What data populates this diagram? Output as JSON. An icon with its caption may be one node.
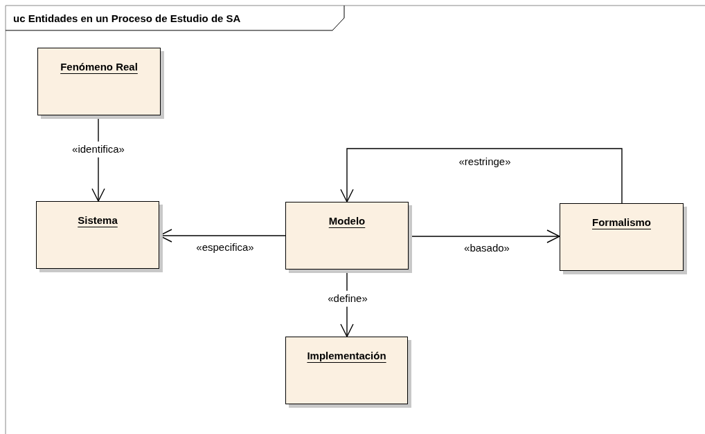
{
  "diagram": {
    "title": "uc Entidades en un Proceso de Estudio de SA",
    "nodes": [
      {
        "text": [
          "Fenómeno Real"
        ]
      },
      {
        "text": [
          "Sistema"
        ]
      },
      {
        "text": [
          "Modelo"
        ]
      },
      {
        "text": [
          "Formalismo"
        ]
      },
      {
        "text": [
          "Implementación"
        ]
      }
    ],
    "edges": [
      {
        "from": 0,
        "to": 1,
        "arrow": "to",
        "label": "«identifica»"
      },
      {
        "from": 2,
        "to": 1,
        "arrow": "to",
        "label": "«especifica»"
      },
      {
        "from": 2,
        "to": 3,
        "arrow": "to",
        "label": "«basado»"
      },
      {
        "from": 3,
        "to": 2,
        "arrow": "to",
        "label": "«restringe»"
      },
      {
        "from": 2,
        "to": 4,
        "arrow": "to",
        "label": "«define»"
      }
    ]
  }
}
